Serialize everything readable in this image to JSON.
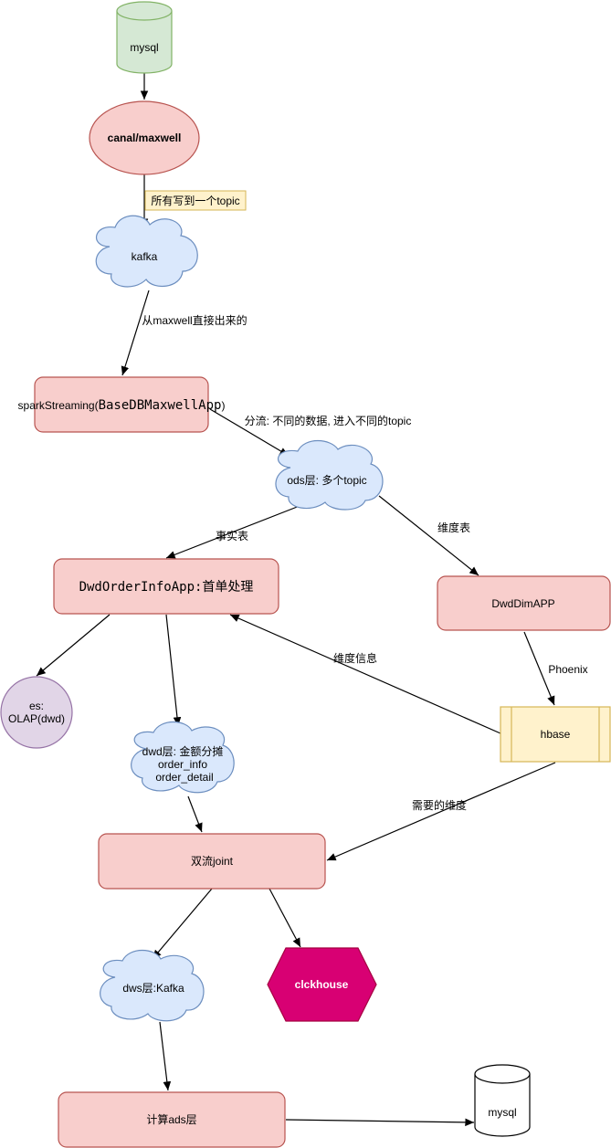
{
  "nodes": {
    "mysql_top": "mysql",
    "canal": "canal/maxwell",
    "kafka": "kafka",
    "spark_prefix": "sparkStreaming(",
    "spark_app": "BaseDBMaxwellApp",
    "spark_suffix": ")",
    "ods": "ods层: 多个topic",
    "dwd_app": "DwdOrderInfoApp:首单处理",
    "dwd_dim": "DwdDimAPP",
    "es_line1": "es:",
    "es_line2": "OLAP(dwd)",
    "hbase": "hbase",
    "dwd_cloud_line1": "dwd层: 金额分摊",
    "dwd_cloud_line2": "order_info",
    "dwd_cloud_line3": "order_detail",
    "dual_stream": "双流joint",
    "dws": "dws层:Kafka",
    "clickhouse": "clckhouse",
    "ads": "计算ads层",
    "mysql_bottom": "mysql"
  },
  "edge_labels": {
    "all_one_topic": "所有写到一个topic",
    "from_maxwell": "从maxwell直接出来的",
    "split_stream": "分流: 不同的数据, 进入不同的topic",
    "fact_table": "事实表",
    "dim_table": "维度表",
    "phoenix": "Phoenix",
    "dim_info": "维度信息",
    "needed_dim": "需要的维度"
  },
  "colors": {
    "green_fill": "#d5e8d4",
    "green_stroke": "#82b366",
    "red_fill": "#f8cecc",
    "red_stroke": "#b85450",
    "blue_fill": "#dae8fc",
    "blue_stroke": "#6c8ebf",
    "yellow_fill": "#fff2cc",
    "yellow_stroke": "#d6b656",
    "purple_fill": "#e1d5e7",
    "purple_stroke": "#9673a6",
    "magenta_fill": "#d80073",
    "magenta_stroke": "#a50040"
  }
}
